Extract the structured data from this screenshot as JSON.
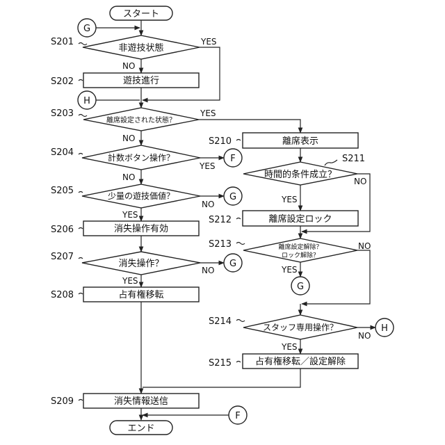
{
  "terminals": {
    "start": "スタート",
    "end": "エンド"
  },
  "connectors": {
    "G": "G",
    "H": "H",
    "F": "F"
  },
  "answers": {
    "yes": "YES",
    "no": "NO"
  },
  "steps": {
    "s201": {
      "id": "S201",
      "text": "非遊技状態"
    },
    "s202": {
      "id": "S202",
      "text": "遊技進行"
    },
    "s203": {
      "id": "S203",
      "text": "離席設定された状態？"
    },
    "s204": {
      "id": "S204",
      "text": "計数ボタン操作？"
    },
    "s205": {
      "id": "S205",
      "text": "少量の遊技価値？"
    },
    "s206": {
      "id": "S206",
      "text": "消失操作有効"
    },
    "s207": {
      "id": "S207",
      "text": "消失操作？"
    },
    "s208": {
      "id": "S208",
      "text": "占有権移転"
    },
    "s209": {
      "id": "S209",
      "text": "消失情報送信"
    },
    "s210": {
      "id": "S210",
      "text": "離席表示"
    },
    "s211": {
      "id": "S211",
      "text": "時間的条件成立？"
    },
    "s212": {
      "id": "S212",
      "text": "離席設定ロック"
    },
    "s213": {
      "id": "S213",
      "text_line1": "離席設定解除？",
      "text_line2": "ロック解除？"
    },
    "s214": {
      "id": "S214",
      "text": "スタッフ専用操作？"
    },
    "s215": {
      "id": "S215",
      "text": "占有権移転／設定解除"
    }
  }
}
